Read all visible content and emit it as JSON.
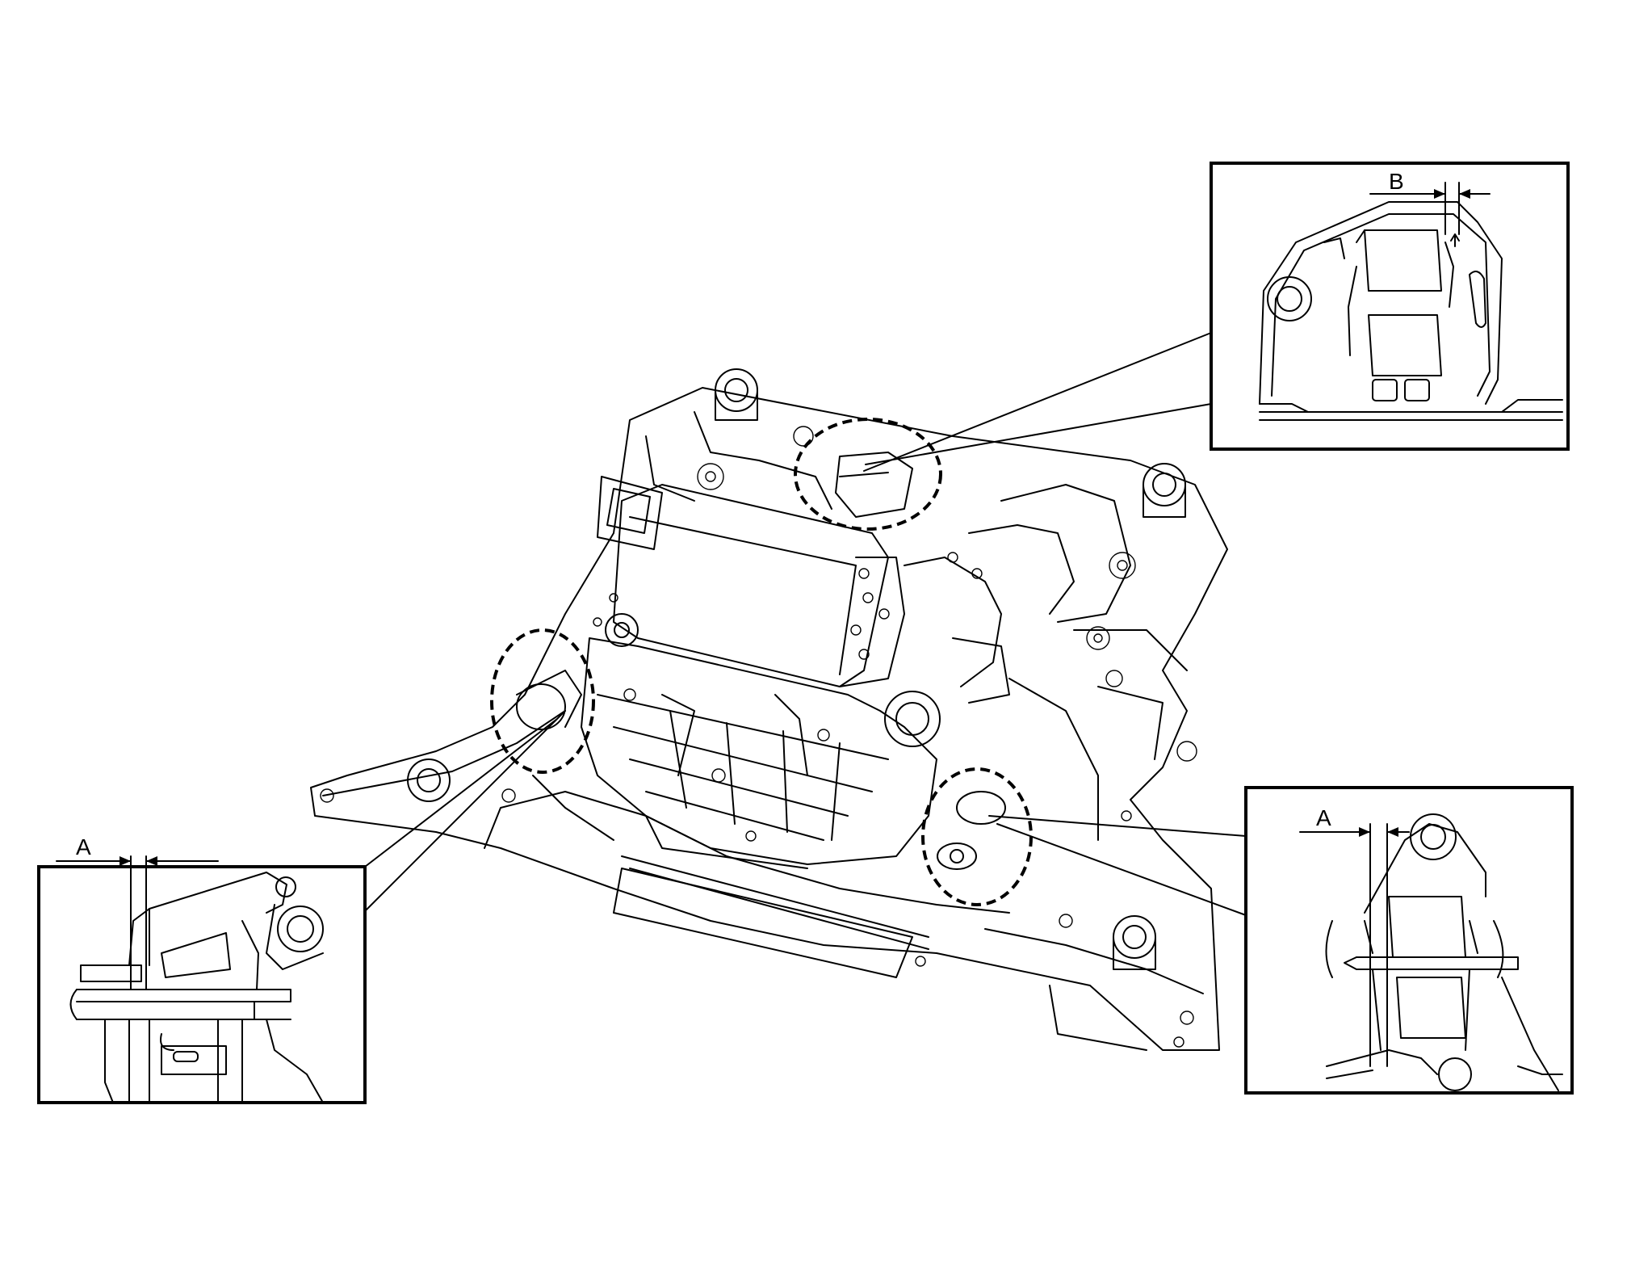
{
  "labels": {
    "top_right_dimension": "B",
    "bottom_left_dimension": "A",
    "bottom_right_dimension": "A"
  }
}
